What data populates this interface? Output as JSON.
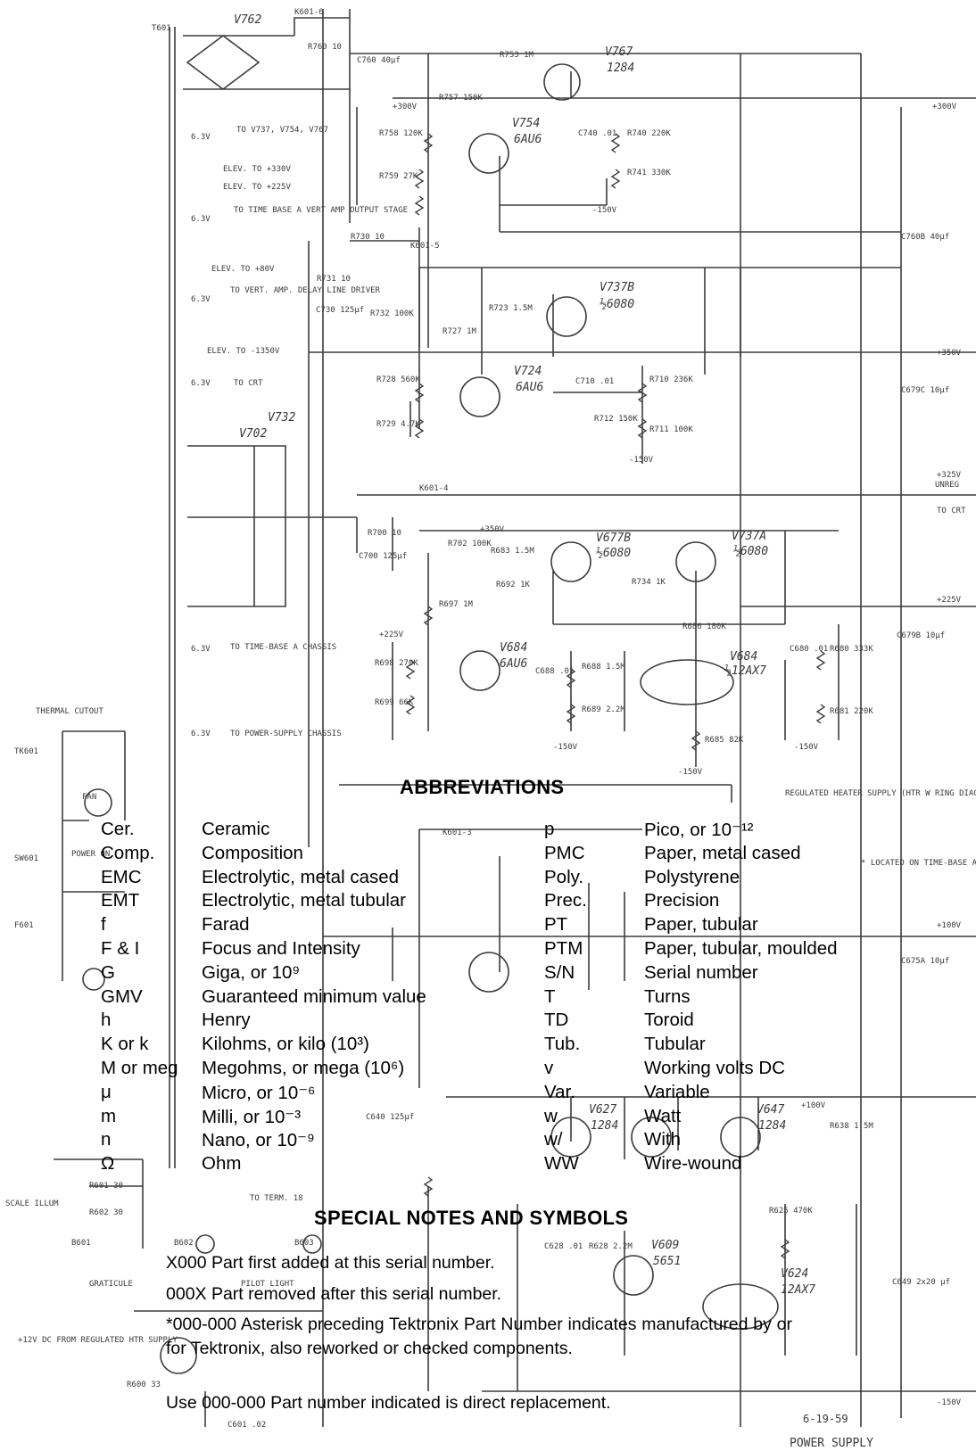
{
  "schematic": {
    "tubes": {
      "v762": "V762",
      "v767": "V767",
      "v767_type": "1284",
      "v754": "V754",
      "v754_type": "6AU6",
      "v737b": "V737B",
      "v737b_type": "½6080",
      "v724": "V724",
      "v724_type": "6AU6",
      "v732": "V732",
      "v702": "V702",
      "v677b": "V677B",
      "v677b_type": "½6080",
      "v737a": "V737A",
      "v737a_type": "½6080",
      "v684_top": "V684",
      "v684_top_type": "6AU6",
      "v684": "V684",
      "v684_type": "½12AX7",
      "v609": "V609",
      "v609_type": "5651",
      "v624": "V624",
      "v624_type": "12AX7",
      "v627": "V627",
      "v627_type": "1284",
      "v647": "V647",
      "v647_type": "1284"
    },
    "refs": {
      "t601": "T601",
      "k601_6": "K601-6",
      "k601_5": "K601-5",
      "k601_4": "K601-4",
      "k601_3": "K601-3",
      "b300v": "+300V",
      "b350v": "+350V",
      "b325v": "+325V",
      "unreg": "UNREG",
      "to_crt": "TO CRT",
      "b225v": "+225V",
      "b100v": "+100V",
      "m150v": "-150V",
      "thermal": "THERMAL CUTOUT",
      "tk601": "TK601",
      "sw601": "SW601",
      "f601": "F601",
      "fan": "FAN",
      "power_on": "POWER ON",
      "scale_illum": "SCALE ILLUM",
      "graticule": "GRATICULE",
      "pilot_light": "PILOT LIGHT",
      "date": "6-19-59",
      "title": "POWER SUPPLY",
      "located": "* LOCATED ON TIME-BASE A CHASSIS",
      "reg_heater": "REGULATED HEATER SUPPLY (HTR W RING DIAG.)",
      "heater_12v": "+12V DC FROM REGULATED HTR SUPPLY",
      "to_term_18": "TO TERM. 18",
      "to_v737": "TO V737, V754, V767",
      "elev_330": "ELEV. TO +330V",
      "elev_225": "ELEV. TO +225V",
      "to_tba": "TO TIME BASE A VERT AMP OUTPUT STAGE",
      "elev_80": "ELEV. TO +80V",
      "to_vert": "TO VERT. AMP. DELAY LINE DRIVER",
      "elev_1350": "ELEV. TO -1350V",
      "to_crt2": "TO CRT",
      "to_tba_chassis": "TO TIME-BASE A CHASSIS",
      "to_ps_chassis": "TO POWER-SUPPLY CHASSIS",
      "v63": "6.3V",
      "r760": "R760 10",
      "c760": "C760 40μf",
      "r753": "R753 1M",
      "r757": "R757 150K",
      "r758": "R758 120K",
      "r759": "R759 27K",
      "c740": "C740 .01",
      "r740": "R740 220K",
      "r741": "R741 330K",
      "r730": "R730 10",
      "r731": "R731 10",
      "c730": "C730 125μf",
      "r732": "R732 100K",
      "r723": "R723 1.5M",
      "r727": "R727 1M",
      "r728": "R728 560K",
      "r729": "R729 4.7K",
      "c710": "C710 .01",
      "r710": "R710 236K",
      "r712": "R712 150K",
      "r711": "R711 100K",
      "c760b": "C760B 40μf",
      "c679c": "C679C 10μf",
      "r700": "R700 10",
      "c700": "C700 125μf",
      "r702": "R702 100K",
      "r683": "R683 1.5M",
      "r692": "R692 1K",
      "r734": "R734 1K",
      "r697": "R697 1M",
      "r698": "R698 270K",
      "r699": "R699 66K",
      "c688": "C688 .01",
      "r688": "R688 1.5M",
      "r689": "R689 2.2M",
      "r686": "R686 180K",
      "r685": "R685 82K",
      "c680": "C680 .01",
      "r680": "R680 333K",
      "r681": "R681 220K",
      "c679b": "C679B 10μf",
      "c675a": "C675A 10μf",
      "c640": "C640 125μf",
      "r638": "R638 1.5M",
      "r625": "R625 470K",
      "c628": "C628 .01",
      "r628": "R628 2.2M",
      "c649": "C649 2x20 μf",
      "r600": "R600 33",
      "c601": "C601 .02",
      "r601": "R601 30",
      "r602": "R602 30",
      "b601": "B601",
      "b602": "B602",
      "b603": "B603"
    }
  },
  "abbreviations": {
    "title": "ABBREVIATIONS",
    "left": [
      {
        "abbr": "Cer.",
        "meaning": "Ceramic"
      },
      {
        "abbr": "Comp.",
        "meaning": "Composition"
      },
      {
        "abbr": "EMC",
        "meaning": "Electrolytic, metal cased"
      },
      {
        "abbr": "EMT",
        "meaning": "Electrolytic, metal tubular"
      },
      {
        "abbr": "f",
        "meaning": "Farad"
      },
      {
        "abbr": "F & I",
        "meaning": "Focus and Intensity"
      },
      {
        "abbr": "G",
        "meaning": "Giga, or 10⁹"
      },
      {
        "abbr": "GMV",
        "meaning": "Guaranteed minimum value"
      },
      {
        "abbr": "h",
        "meaning": "Henry"
      },
      {
        "abbr": "K or k",
        "meaning": "Kilohms, or kilo (10³)"
      },
      {
        "abbr": "M or meg",
        "meaning": "Megohms, or mega (10⁶)"
      },
      {
        "abbr": "μ",
        "meaning": "Micro, or 10⁻⁶"
      },
      {
        "abbr": "m",
        "meaning": "Milli, or 10⁻³"
      },
      {
        "abbr": "n",
        "meaning": "Nano, or 10⁻⁹"
      },
      {
        "abbr": "Ω",
        "meaning": "Ohm"
      }
    ],
    "right": [
      {
        "abbr": "p",
        "meaning": "Pico, or 10⁻¹²"
      },
      {
        "abbr": "PMC",
        "meaning": "Paper, metal cased"
      },
      {
        "abbr": "Poly.",
        "meaning": "Polystyrene"
      },
      {
        "abbr": "Prec.",
        "meaning": "Precision"
      },
      {
        "abbr": "PT",
        "meaning": "Paper, tubular"
      },
      {
        "abbr": "PTM",
        "meaning": "Paper, tubular, moulded"
      },
      {
        "abbr": "S/N",
        "meaning": "Serial number"
      },
      {
        "abbr": "T",
        "meaning": "Turns"
      },
      {
        "abbr": "TD",
        "meaning": "Toroid"
      },
      {
        "abbr": "Tub.",
        "meaning": "Tubular"
      },
      {
        "abbr": "v",
        "meaning": "Working volts DC"
      },
      {
        "abbr": "Var.",
        "meaning": "Variable"
      },
      {
        "abbr": "w",
        "meaning": "Watt"
      },
      {
        "abbr": "w/",
        "meaning": "With"
      },
      {
        "abbr": "WW",
        "meaning": "Wire-wound"
      }
    ]
  },
  "special_notes": {
    "title": "SPECIAL NOTES AND SYMBOLS",
    "items": [
      "X000 Part first added at this serial number.",
      "000X Part removed after this serial number.",
      "*000-000 Asterisk preceding Tektronix Part Number indicates manufactured by or for Tektronix, also reworked or checked components.",
      "Use 000-000 Part number indicated is direct replacement."
    ]
  }
}
